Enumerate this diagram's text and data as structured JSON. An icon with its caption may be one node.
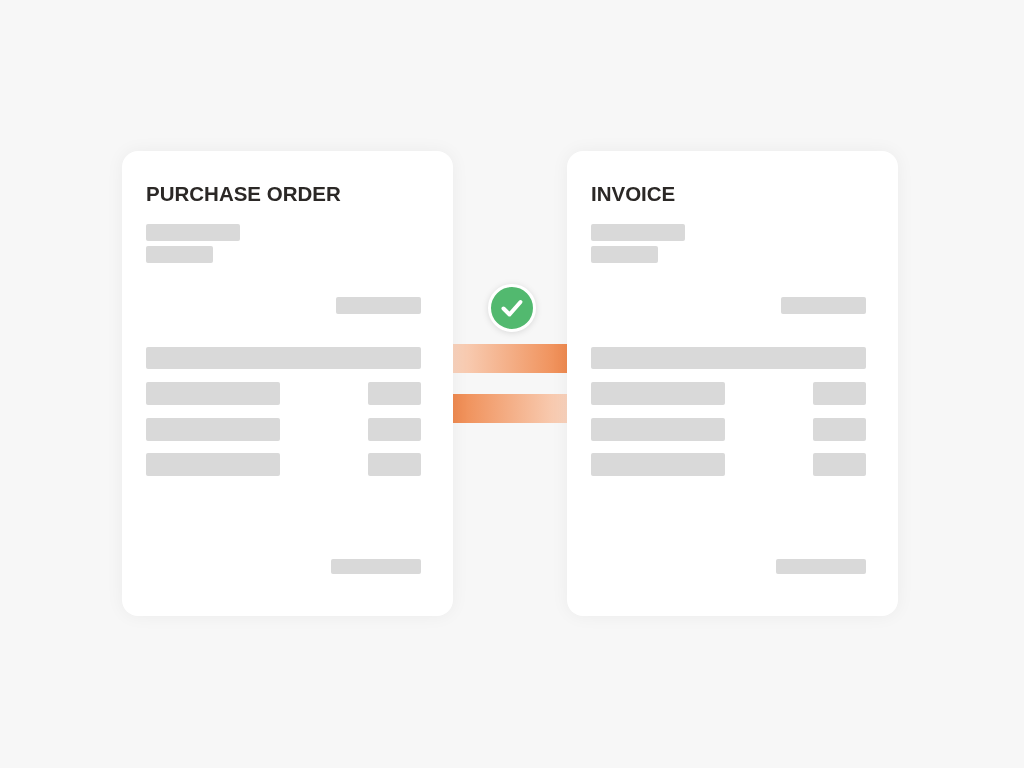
{
  "diagram": {
    "nodes": [
      {
        "text": [
          "PURCHASE ORDER"
        ]
      },
      {
        "text": [
          "INVOICE"
        ]
      }
    ],
    "edges": [
      {
        "from": 0,
        "to": 1,
        "arrow": "none",
        "style": "thick"
      },
      {
        "from": 1,
        "to": 0,
        "arrow": "none",
        "style": "thick"
      }
    ]
  }
}
